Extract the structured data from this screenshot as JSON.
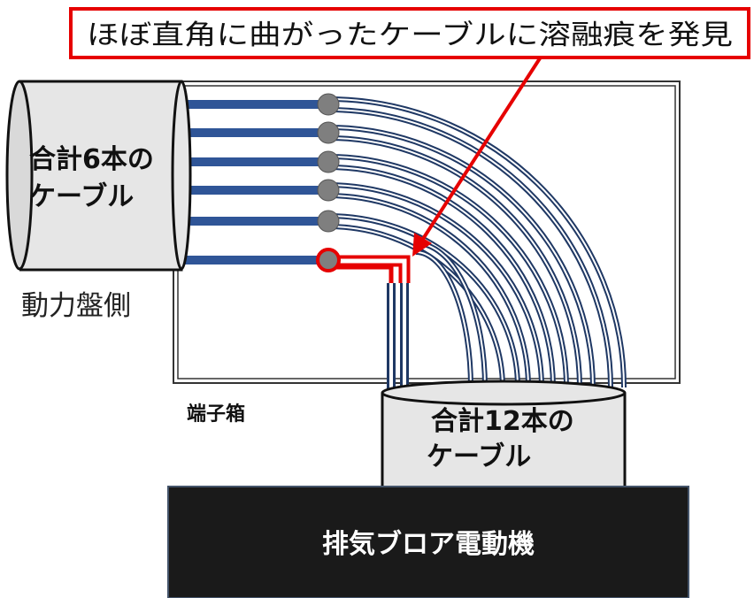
{
  "callout": {
    "text": "ほぼ直角に曲がったケーブルに溶融痕を発見"
  },
  "left_bundle": {
    "line1": "合計6本の",
    "line2": "ケーブル"
  },
  "side_label": "動力盤側",
  "box_label": "端子箱",
  "right_bundle": {
    "line1": "合計12本の",
    "line2": "ケーブル"
  },
  "motor": {
    "label": "排気ブロア電動機"
  },
  "colors": {
    "cable": "#2f5597",
    "cable_stroke": "#1f3864",
    "highlight": "#e60000",
    "terminal": "#7f7f7f",
    "cylinder_fill": "#e6e6e6",
    "motor_fill": "#1a1a1a"
  },
  "icons": [
    "left-cable-bundle-icon",
    "right-cable-bundle-icon",
    "terminal-icon",
    "arrow-icon"
  ]
}
